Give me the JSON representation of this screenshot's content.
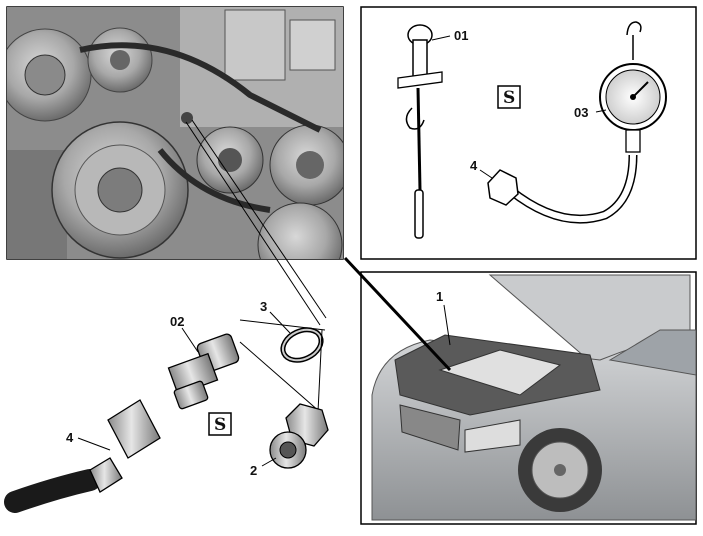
{
  "callouts": {
    "tool_01": "01",
    "gauge_03": "03",
    "hose_4_top": "4",
    "engine_1": "1",
    "adapter_02": "02",
    "seal_3": "3",
    "hose_4_bottom": "4",
    "plug_2": "2"
  },
  "special_tool_marks": {
    "top": "S",
    "bottom": "S"
  },
  "colors": {
    "engine_bg": "#9a9a9a",
    "car_body": "#b4b6b8",
    "hose_dark": "#1a1a1a",
    "frame": "#000000"
  }
}
